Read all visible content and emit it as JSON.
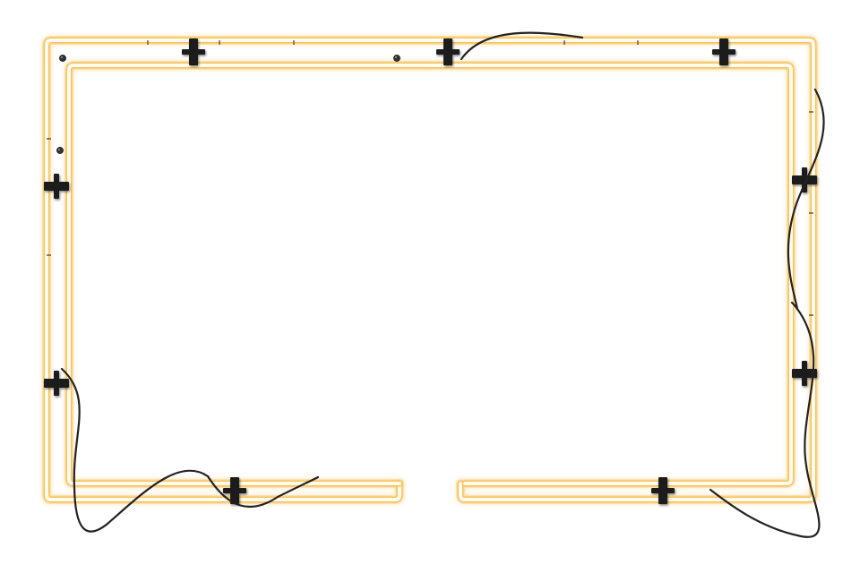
{
  "colors": {
    "background": "#ffffff",
    "neon_tube_fill": "#fffbf0",
    "neon_tube_outline": "#f3c35a",
    "neon_glow": "#ffd48a",
    "clip": "#1f1f1f",
    "wire": "#222222",
    "screw": "#333333",
    "tick": "#3a3a3a"
  },
  "sign": {
    "type": "neon-tube-frame",
    "has_bottom_gap": true
  },
  "clips": {
    "count": 9,
    "icon": "mounting-clip-icon"
  },
  "screws": {
    "count": 3,
    "icon": "screw-icon"
  },
  "wires": {
    "count": 4,
    "icon": "power-wire-icon"
  }
}
